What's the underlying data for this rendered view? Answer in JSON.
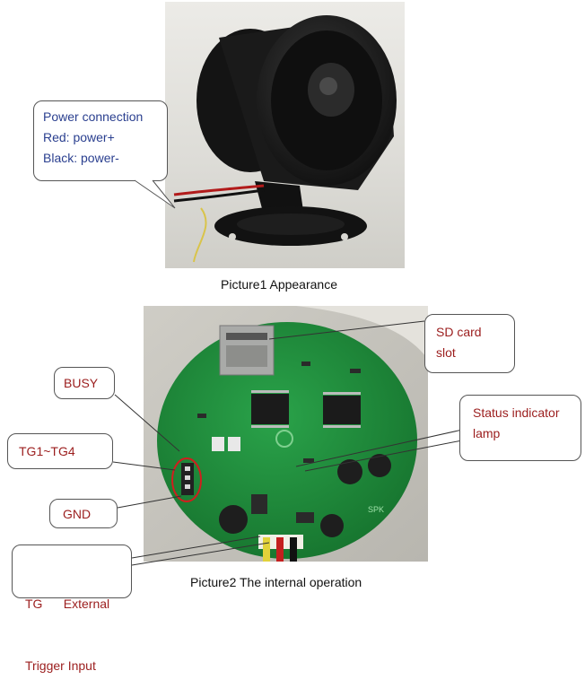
{
  "picture1": {
    "caption": "Picture1 Appearance",
    "callout": {
      "line1": "Power connection",
      "line2": "Red: power+",
      "line3": "Black: power-"
    }
  },
  "picture2": {
    "caption": "Picture2 The internal operation",
    "callouts": {
      "sd_card_line1": "SD card",
      "sd_card_line2": "slot",
      "busy": "BUSY",
      "status_line1": "Status indicator",
      "status_line2": "lamp",
      "tg": "TG1~TG4",
      "gnd": "GND",
      "trigger_line1": "TG      External",
      "trigger_line2": "Trigger Input"
    },
    "board_marking": "SPK"
  },
  "colors": {
    "callout_blue": "#2a3f8f",
    "callout_red": "#9b1d1d",
    "pcb_green": "#1f8a3a"
  }
}
